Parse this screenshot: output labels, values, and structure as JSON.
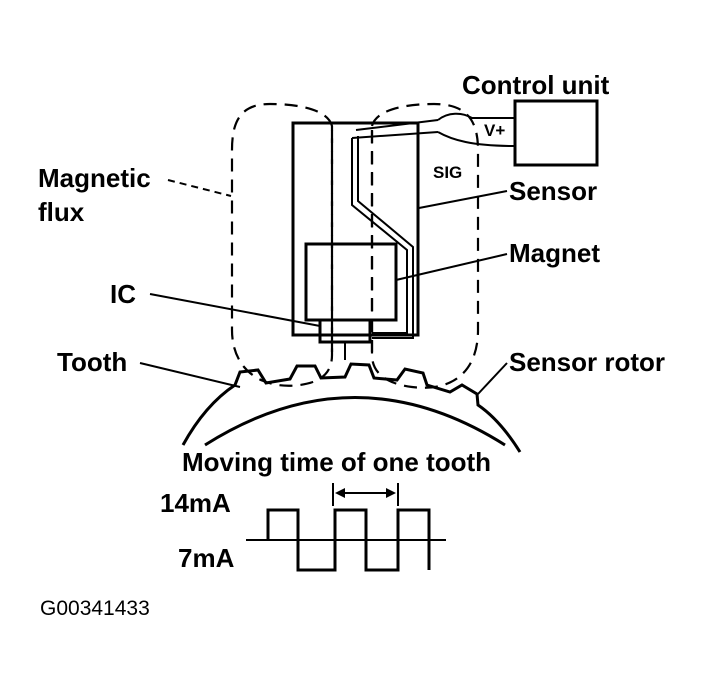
{
  "labels": {
    "control_unit": "Control unit",
    "v_plus": "V+",
    "sig": "SIG",
    "sensor": "Sensor",
    "magnetic_flux_line1": "Magnetic",
    "magnetic_flux_line2": "flux",
    "magnet": "Magnet",
    "ic": "IC",
    "tooth": "Tooth",
    "sensor_rotor": "Sensor rotor",
    "moving_time": "Moving time of one tooth",
    "current_high": "14mA",
    "current_low": "7mA"
  },
  "reference_code": "G00341433"
}
